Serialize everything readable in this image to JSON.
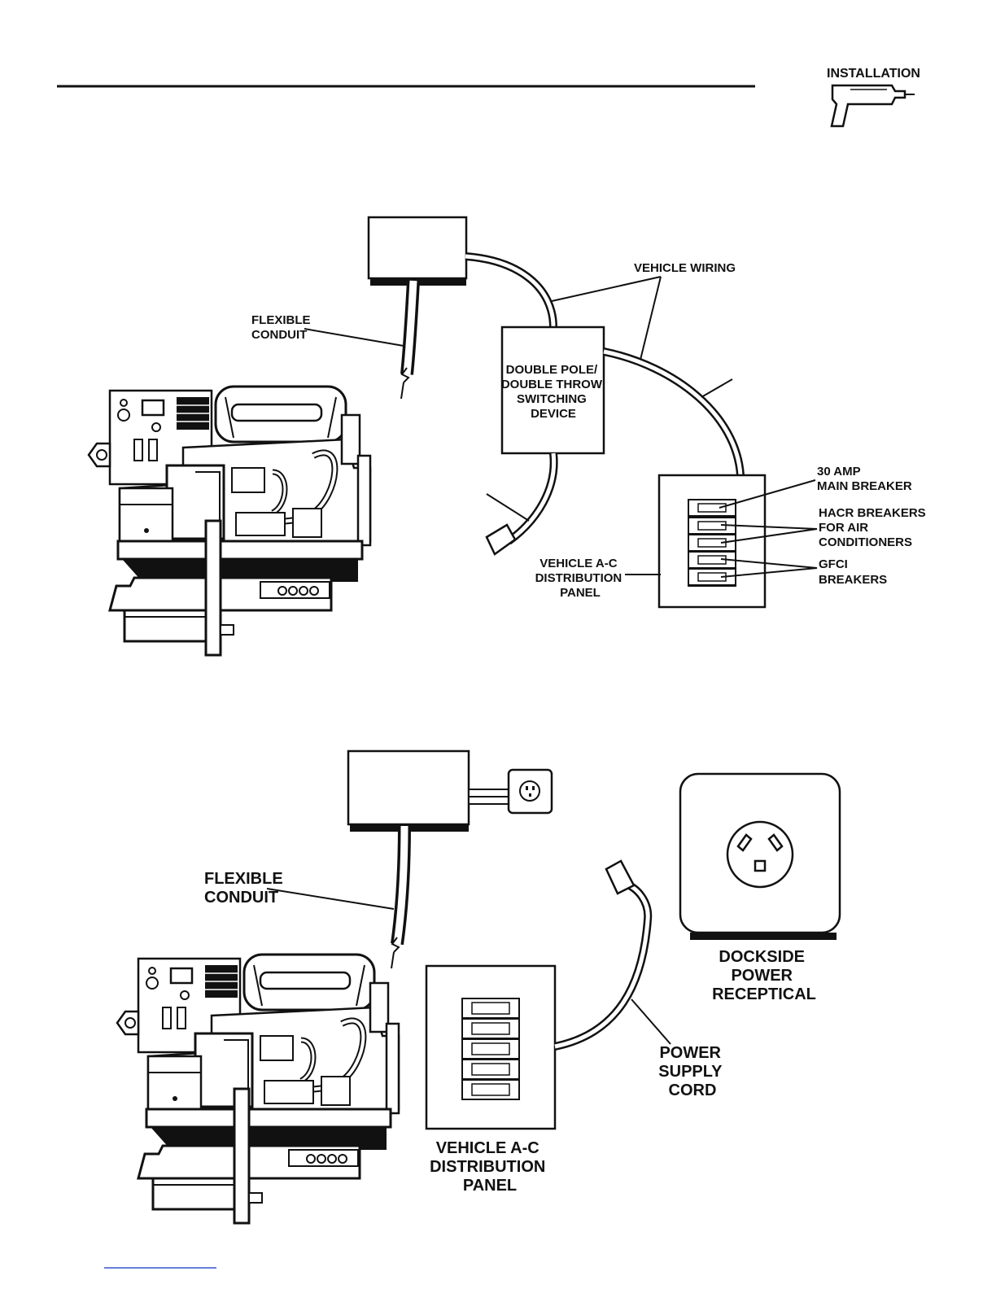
{
  "header": {
    "section_label": "INSTALLATION",
    "icon": "drill-icon"
  },
  "diagram1": {
    "flexible_conduit": [
      "FLEXIBLE",
      "CONDUIT"
    ],
    "vehicle_wiring": "VEHICLE WIRING",
    "switching_device": [
      "DOUBLE POLE/",
      "DOUBLE THROW",
      "SWITCHING",
      "DEVICE"
    ],
    "main_breaker": [
      "30 AMP",
      "MAIN BREAKER"
    ],
    "hacr_breakers": [
      "HACR BREAKERS",
      "FOR AIR",
      "CONDITIONERS"
    ],
    "gfci_breakers": [
      "GFCI",
      "BREAKERS"
    ],
    "distribution_panel": [
      "VEHICLE A-C",
      "DISTRIBUTION",
      "PANEL"
    ]
  },
  "diagram2": {
    "flexible_conduit": [
      "FLEXIBLE",
      "CONDUIT"
    ],
    "dockside_receptacle": [
      "DOCKSIDE",
      "POWER",
      "RECEPTICAL"
    ],
    "power_supply_cord": [
      "POWER",
      "SUPPLY",
      "CORD"
    ],
    "distribution_panel": [
      "VEHICLE A-C",
      "DISTRIBUTION",
      "PANEL"
    ]
  },
  "colors": {
    "ink": "#111111",
    "footer_link": "#3355cc"
  }
}
